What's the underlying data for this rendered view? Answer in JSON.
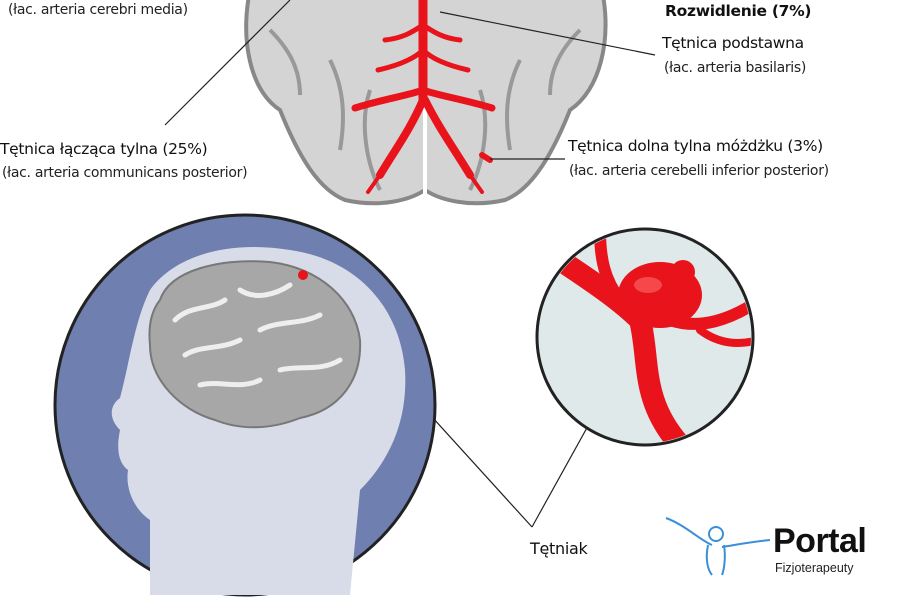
{
  "labels": {
    "media_sub": "(łac. arteria cerebri media)",
    "bifurcation": "Rozwidlenie (7%)",
    "basilar": "Tętnica podstawna",
    "basilar_sub": "(łac. arteria basilaris)",
    "pcom": "Tętnica łącząca tylna (25%)",
    "pcom_sub": "(łac. arteria communicans posterior)",
    "pica": "Tętnica dolna tylna móżdżku (3%)",
    "pica_sub": "(łac. arteria cerebelli inferior posterior)",
    "aneurysm": "Tętniak"
  },
  "logo": {
    "name": "Portal",
    "subtitle": "Fizjoterapeuty"
  },
  "colors": {
    "artery": "#e8131b",
    "brain": "#c8c8c8",
    "head_bg": "#6f7fb0",
    "logo_figure": "#3a8fd8"
  }
}
